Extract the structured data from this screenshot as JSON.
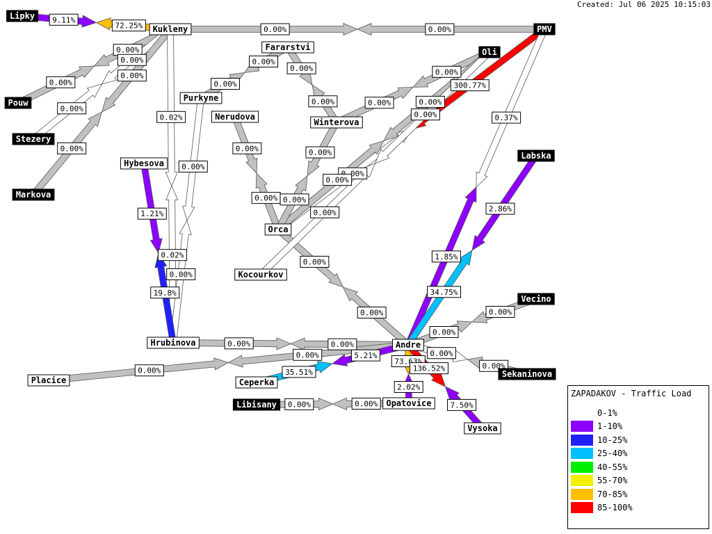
{
  "timestamp": "Created: Jul 06 2025 10:15:03",
  "legend": {
    "title": "ZAPADAKOV - Traffic Load",
    "items": [
      {
        "label": "0-1%",
        "color": "#ffffff"
      },
      {
        "label": "1-10%",
        "color": "#8c00ff"
      },
      {
        "label": "10-25%",
        "color": "#2020ff"
      },
      {
        "label": "25-40%",
        "color": "#00c0ff"
      },
      {
        "label": "40-55%",
        "color": "#00f000"
      },
      {
        "label": "55-70%",
        "color": "#f0f000"
      },
      {
        "label": "70-85%",
        "color": "#ffc000"
      },
      {
        "label": "85-100%",
        "color": "#ff0000"
      }
    ]
  },
  "colors": {
    "idle": "#c0c0c0",
    "white": "#ffffff",
    "purple": "#8c00ff",
    "blue": "#2020ff",
    "cyan": "#00c0ff",
    "orange": "#ffc000",
    "red": "#ff0000",
    "node_dark": "#000000",
    "node_light": "#ffffff"
  },
  "nodes": [
    {
      "id": "lipky",
      "label": "Lipky",
      "style": "dark"
    },
    {
      "id": "kukleny",
      "label": "Kukleny",
      "style": "light"
    },
    {
      "id": "pmv",
      "label": "PMV",
      "style": "dark"
    },
    {
      "id": "fararstvi",
      "label": "Fararstvi",
      "style": "light"
    },
    {
      "id": "oli",
      "label": "Oli",
      "style": "dark"
    },
    {
      "id": "pouw",
      "label": "Pouw",
      "style": "dark"
    },
    {
      "id": "purkyne",
      "label": "Purkyne",
      "style": "light"
    },
    {
      "id": "nerudova",
      "label": "Nerudova",
      "style": "light"
    },
    {
      "id": "winterova",
      "label": "Winterova",
      "style": "light"
    },
    {
      "id": "stezery",
      "label": "Stezery",
      "style": "dark"
    },
    {
      "id": "labska",
      "label": "Labska",
      "style": "dark"
    },
    {
      "id": "hybesova",
      "label": "Hybesova",
      "style": "light"
    },
    {
      "id": "markova",
      "label": "Markova",
      "style": "dark"
    },
    {
      "id": "orca",
      "label": "Orca",
      "style": "light"
    },
    {
      "id": "kocourkov",
      "label": "Kocourkov",
      "style": "light"
    },
    {
      "id": "vecino",
      "label": "Vecino",
      "style": "dark"
    },
    {
      "id": "hrubinova",
      "label": "Hrubinova",
      "style": "light"
    },
    {
      "id": "andre",
      "label": "Andre",
      "style": "light"
    },
    {
      "id": "sekaninova",
      "label": "Sekaninova",
      "style": "dark"
    },
    {
      "id": "placice",
      "label": "Placice",
      "style": "light"
    },
    {
      "id": "ceperka",
      "label": "Ceperka",
      "style": "light"
    },
    {
      "id": "libisany",
      "label": "Libisany",
      "style": "dark"
    },
    {
      "id": "opatovice",
      "label": "Opatovice",
      "style": "light"
    },
    {
      "id": "vysoka",
      "label": "Vysoka",
      "style": "light"
    }
  ],
  "links": [
    {
      "a": "lipky",
      "b": "kukleny",
      "out": "9.11%",
      "in": "72.25%",
      "out_color": "purple",
      "in_color": "orange"
    },
    {
      "a": "kukleny",
      "b": "pmv",
      "out": "0.00%",
      "in": "0.00%",
      "out_color": "idle",
      "in_color": "idle"
    },
    {
      "a": "kukleny",
      "b": "pouw",
      "out": "0.00%",
      "in": "0.00%",
      "out_color": "idle",
      "in_color": "idle"
    },
    {
      "a": "kukleny",
      "b": "stezery",
      "out": "0.00%",
      "in": "0.00%",
      "out_color": "white",
      "in_color": "white"
    },
    {
      "a": "kukleny",
      "b": "markova",
      "out": "0.00%",
      "in": "0.00%",
      "out_color": "idle",
      "in_color": "idle"
    },
    {
      "a": "kukleny",
      "b": "hrubinova",
      "out": "0.02%",
      "in": "0.02%",
      "out_color": "white",
      "in_color": "white"
    },
    {
      "a": "pmv",
      "b": "orca",
      "out": "300.77%",
      "in": "0.00%",
      "out_color": "red",
      "in_color": "white"
    },
    {
      "a": "pmv",
      "b": "andre",
      "out": "0.37%",
      "in": "1.85%",
      "out_color": "white",
      "in_color": "purple"
    },
    {
      "a": "fararstvi",
      "b": "purkyne",
      "out": "0.00%",
      "in": "0.00%",
      "out_color": "idle",
      "in_color": "idle"
    },
    {
      "a": "fararstvi",
      "b": "winterova",
      "out": "0.00%",
      "in": "0.00%",
      "out_color": "idle",
      "in_color": "idle"
    },
    {
      "a": "oli",
      "b": "winterova",
      "out": "0.00%",
      "in": "0.00%",
      "out_color": "idle",
      "in_color": "idle"
    },
    {
      "a": "oli",
      "b": "orca",
      "out": "0.00%",
      "in": "0.00%",
      "out_color": "idle",
      "in_color": "idle"
    },
    {
      "a": "purkyne",
      "b": "hrubinova",
      "out": "0.00%",
      "in": "0.00%",
      "out_color": "white",
      "in_color": "white"
    },
    {
      "a": "nerudova",
      "b": "orca",
      "out": "0.00%",
      "in": "0.00%",
      "out_color": "idle",
      "in_color": "idle"
    },
    {
      "a": "winterova",
      "b": "orca",
      "out": "0.00%",
      "in": "0.00%",
      "out_color": "idle",
      "in_color": "idle"
    },
    {
      "a": "labska",
      "b": "andre",
      "out": "2.86%",
      "in": "34.75%",
      "out_color": "purple",
      "in_color": "cyan"
    },
    {
      "a": "hybesova",
      "b": "hrubinova",
      "out": "1.21%",
      "in": "19.8%",
      "out_color": "purple",
      "in_color": "blue"
    },
    {
      "a": "orca",
      "b": "andre",
      "out": "0.00%",
      "in": "0.00%",
      "out_color": "idle",
      "in_color": "idle"
    },
    {
      "a": "kocourkov",
      "b": "oli",
      "out": "0.00%",
      "in": "0.00%",
      "out_color": "white",
      "in_color": "white"
    },
    {
      "a": "vecino",
      "b": "andre",
      "out": "0.00%",
      "in": "0.00%",
      "out_color": "idle",
      "in_color": "idle"
    },
    {
      "a": "hrubinova",
      "b": "andre",
      "out": "0.00%",
      "in": "0.00%",
      "out_color": "idle",
      "in_color": "idle"
    },
    {
      "a": "andre",
      "b": "sekaninova",
      "out": "0.00%",
      "in": "0.00%",
      "out_color": "white",
      "in_color": "idle"
    },
    {
      "a": "placice",
      "b": "andre",
      "out": "0.00%",
      "in": "0.00%",
      "out_color": "idle",
      "in_color": "idle"
    },
    {
      "a": "ceperka",
      "b": "andre",
      "out": "35.51%",
      "in": "5.21%",
      "out_color": "cyan",
      "in_color": "purple"
    },
    {
      "a": "andre",
      "b": "opatovice",
      "out": "73.63%",
      "in": "2.02%",
      "out_color": "orange",
      "in_color": "purple"
    },
    {
      "a": "andre",
      "b": "vysoka",
      "out": "136.52%",
      "in": "7.50%",
      "out_color": "red",
      "in_color": "purple"
    },
    {
      "a": "libisany",
      "b": "opatovice",
      "out": "0.00%",
      "in": "0.00%",
      "out_color": "idle",
      "in_color": "idle"
    }
  ]
}
